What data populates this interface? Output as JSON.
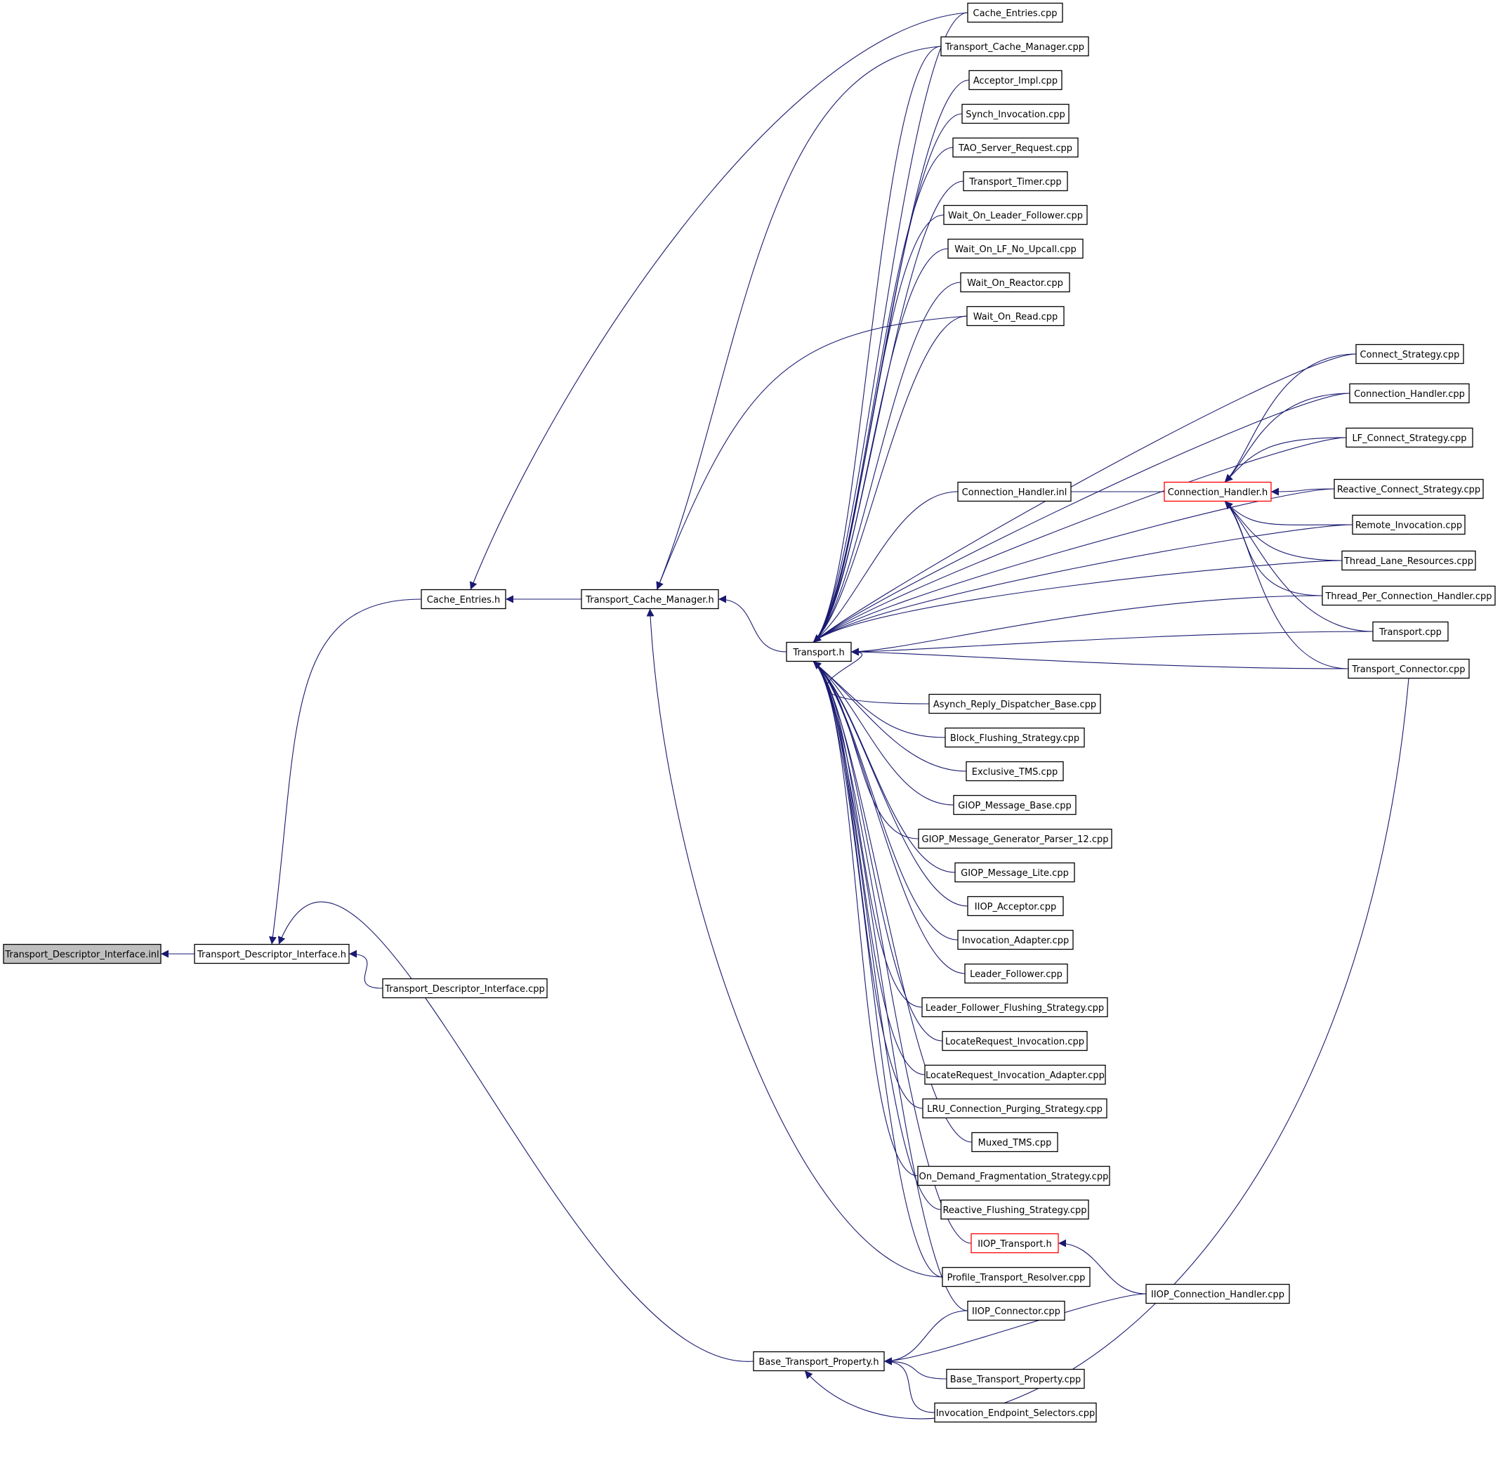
{
  "colors": {
    "edge": "#191970",
    "root_fill": "#bfbfbf",
    "truncated_border": "#ff0000",
    "node_border": "#000000"
  },
  "nodes": {
    "n_tdi_inl": {
      "label": "Transport_Descriptor_Interface.inl",
      "style": "root"
    },
    "n_tdi_h": {
      "label": "Transport_Descriptor_Interface.h"
    },
    "n_tdi_cpp": {
      "label": "Transport_Descriptor_Interface.cpp"
    },
    "n_cache_entries_h": {
      "label": "Cache_Entries.h"
    },
    "n_tcm_h": {
      "label": "Transport_Cache_Manager.h"
    },
    "n_transport_h": {
      "label": "Transport.h"
    },
    "n_btp_h": {
      "label": "Base_Transport_Property.h"
    },
    "n_cache_entries_cpp": {
      "label": "Cache_Entries.cpp"
    },
    "n_tcm_cpp": {
      "label": "Transport_Cache_Manager.cpp"
    },
    "n_acceptor_impl": {
      "label": "Acceptor_Impl.cpp"
    },
    "n_synch_inv": {
      "label": "Synch_Invocation.cpp"
    },
    "n_tao_server_req": {
      "label": "TAO_Server_Request.cpp"
    },
    "n_transport_timer": {
      "label": "Transport_Timer.cpp"
    },
    "n_wait_lf": {
      "label": "Wait_On_Leader_Follower.cpp"
    },
    "n_wait_lf_noup": {
      "label": "Wait_On_LF_No_Upcall.cpp"
    },
    "n_wait_reactor": {
      "label": "Wait_On_Reactor.cpp"
    },
    "n_wait_read": {
      "label": "Wait_On_Read.cpp"
    },
    "n_connect_strategy": {
      "label": "Connect_Strategy.cpp"
    },
    "n_conn_handler_cpp": {
      "label": "Connection_Handler.cpp"
    },
    "n_lf_connect": {
      "label": "LF_Connect_Strategy.cpp"
    },
    "n_conn_handler_inl": {
      "label": "Connection_Handler.inl"
    },
    "n_conn_handler_h": {
      "label": "Connection_Handler.h",
      "style": "truncated"
    },
    "n_reactive_connect": {
      "label": "Reactive_Connect_Strategy.cpp"
    },
    "n_remote_inv": {
      "label": "Remote_Invocation.cpp"
    },
    "n_thread_lane": {
      "label": "Thread_Lane_Resources.cpp"
    },
    "n_thread_per_conn": {
      "label": "Thread_Per_Connection_Handler.cpp"
    },
    "n_transport_cpp": {
      "label": "Transport.cpp"
    },
    "n_transport_connector": {
      "label": "Transport_Connector.cpp"
    },
    "n_asynch_reply": {
      "label": "Asynch_Reply_Dispatcher_Base.cpp"
    },
    "n_block_flush": {
      "label": "Block_Flushing_Strategy.cpp"
    },
    "n_exclusive_tms": {
      "label": "Exclusive_TMS.cpp"
    },
    "n_giop_msg_base": {
      "label": "GIOP_Message_Base.cpp"
    },
    "n_giop_gen_parser": {
      "label": "GIOP_Message_Generator_Parser_12.cpp"
    },
    "n_giop_lite": {
      "label": "GIOP_Message_Lite.cpp"
    },
    "n_iiop_acceptor": {
      "label": "IIOP_Acceptor.cpp"
    },
    "n_inv_adapter": {
      "label": "Invocation_Adapter.cpp"
    },
    "n_leader_follower": {
      "label": "Leader_Follower.cpp"
    },
    "n_lf_flushing": {
      "label": "Leader_Follower_Flushing_Strategy.cpp"
    },
    "n_locate_inv": {
      "label": "LocateRequest_Invocation.cpp"
    },
    "n_locate_inv_adapter": {
      "label": "LocateRequest_Invocation_Adapter.cpp"
    },
    "n_lru_purging": {
      "label": "LRU_Connection_Purging_Strategy.cpp"
    },
    "n_muxed_tms": {
      "label": "Muxed_TMS.cpp"
    },
    "n_on_demand_frag": {
      "label": "On_Demand_Fragmentation_Strategy.cpp"
    },
    "n_reactive_flush": {
      "label": "Reactive_Flushing_Strategy.cpp"
    },
    "n_iiop_transport_h": {
      "label": "IIOP_Transport.h",
      "style": "truncated"
    },
    "n_profile_resolver": {
      "label": "Profile_Transport_Resolver.cpp"
    },
    "n_iiop_connector": {
      "label": "IIOP_Connector.cpp"
    },
    "n_iiop_conn_handler": {
      "label": "IIOP_Connection_Handler.cpp"
    },
    "n_btp_cpp": {
      "label": "Base_Transport_Property.cpp"
    },
    "n_inv_endpoint_sel": {
      "label": "Invocation_Endpoint_Selectors.cpp"
    }
  }
}
